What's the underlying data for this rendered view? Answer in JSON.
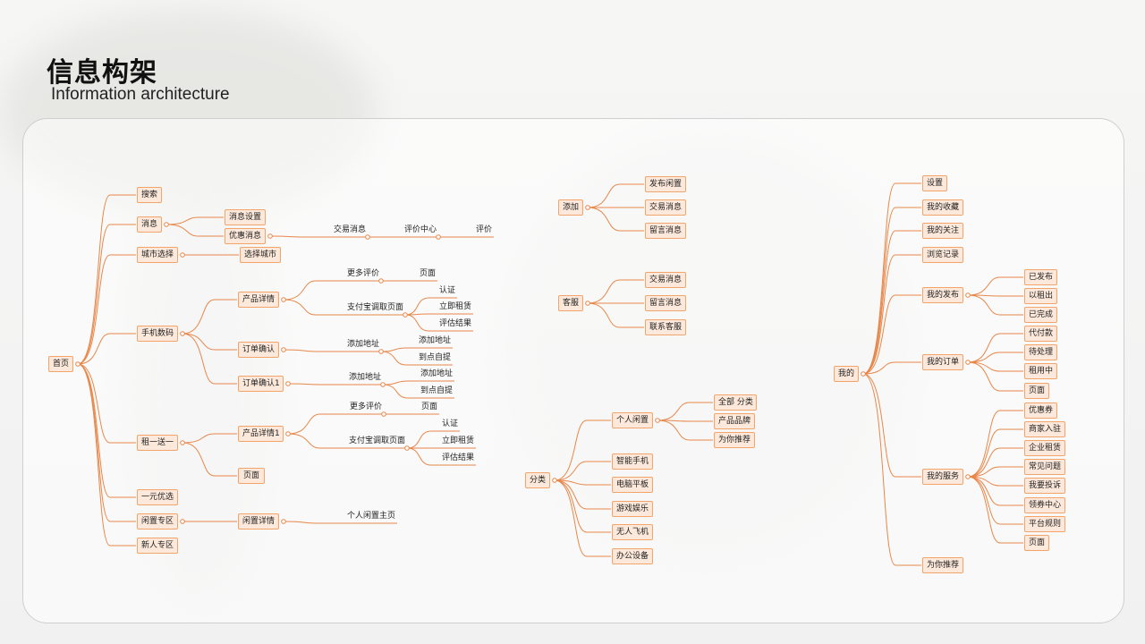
{
  "header": {
    "title": "信息构架",
    "subtitle": "Information architecture"
  },
  "colors": {
    "line": "#e8874a",
    "node_fill": "#fde9db",
    "node_border": "#f2a46b"
  },
  "map": {
    "home": {
      "root": "首页",
      "search": "搜索",
      "messages": "消息",
      "msg_settings": "消息设置",
      "promo_msg": "优惠消息",
      "trade_msg": "交易消息",
      "review_center": "评价中心",
      "review": "评价",
      "city_select": "城市选择",
      "select_city": "选择城市",
      "digital": "手机数码",
      "product_detail": "产品详情",
      "more_reviews": "更多评价",
      "page": "页面",
      "alipay_page": "支付宝调取页面",
      "verify": "认证",
      "rent_now": "立即租赁",
      "eval_result": "评估结果",
      "order_confirm": "订单确认",
      "add_address": "添加地址",
      "add_addr": "添加地址",
      "pickup": "到点自提",
      "order_confirm1": "订单确认1",
      "add_address_2": "添加地址",
      "add_addr_2": "添加地址",
      "pickup_2": "到点自提",
      "rent_one": "租一送一",
      "product_detail1": "产品详情1",
      "more_reviews_2": "更多评价",
      "page_2": "页面",
      "alipay_page_2": "支付宝调取页面",
      "verify_2": "认证",
      "rent_now_2": "立即租赁",
      "eval_result_2": "评估结果",
      "page_3": "页面",
      "one_yuan": "一元优选",
      "idle_zone": "闲置专区",
      "idle_detail": "闲置详情",
      "personal_home": "个人闲置主页",
      "newbie_zone": "新人专区"
    },
    "add": {
      "root": "添加",
      "publish_idle": "发布闲置",
      "trade_msg": "交易消息",
      "leave_msg": "留言消息"
    },
    "support": {
      "root": "客服",
      "trade_msg": "交易消息",
      "leave_msg": "留言消息",
      "contact": "联系客服"
    },
    "category": {
      "root": "分类",
      "personal_idle": "个人闲置",
      "all_category": "全部 分类",
      "brand": "产品品牌",
      "for_you": "为你推荐",
      "smartphone": "智能手机",
      "pc_tablet": "电脑平板",
      "gaming": "游戏娱乐",
      "drone": "无人飞机",
      "office": "办公设备"
    },
    "mine": {
      "root": "我的",
      "settings": "设置",
      "favorites": "我的收藏",
      "follows": "我的关注",
      "history": "浏览记录",
      "my_posts": "我的发布",
      "posted": "已发布",
      "rented_out": "以租出",
      "done": "已完成",
      "my_orders": "我的订单",
      "to_pay": "代付款",
      "pending": "待处理",
      "renting": "租用中",
      "page": "页面",
      "my_services": "我的服务",
      "coupons": "优惠券",
      "merchant_join": "商家入驻",
      "enterprise_rent": "企业租赁",
      "faq": "常见问题",
      "complaint": "我要投诉",
      "coupon_center": "领券中心",
      "rules": "平台规则",
      "page_2": "页面",
      "recommend": "为你推荐"
    }
  }
}
